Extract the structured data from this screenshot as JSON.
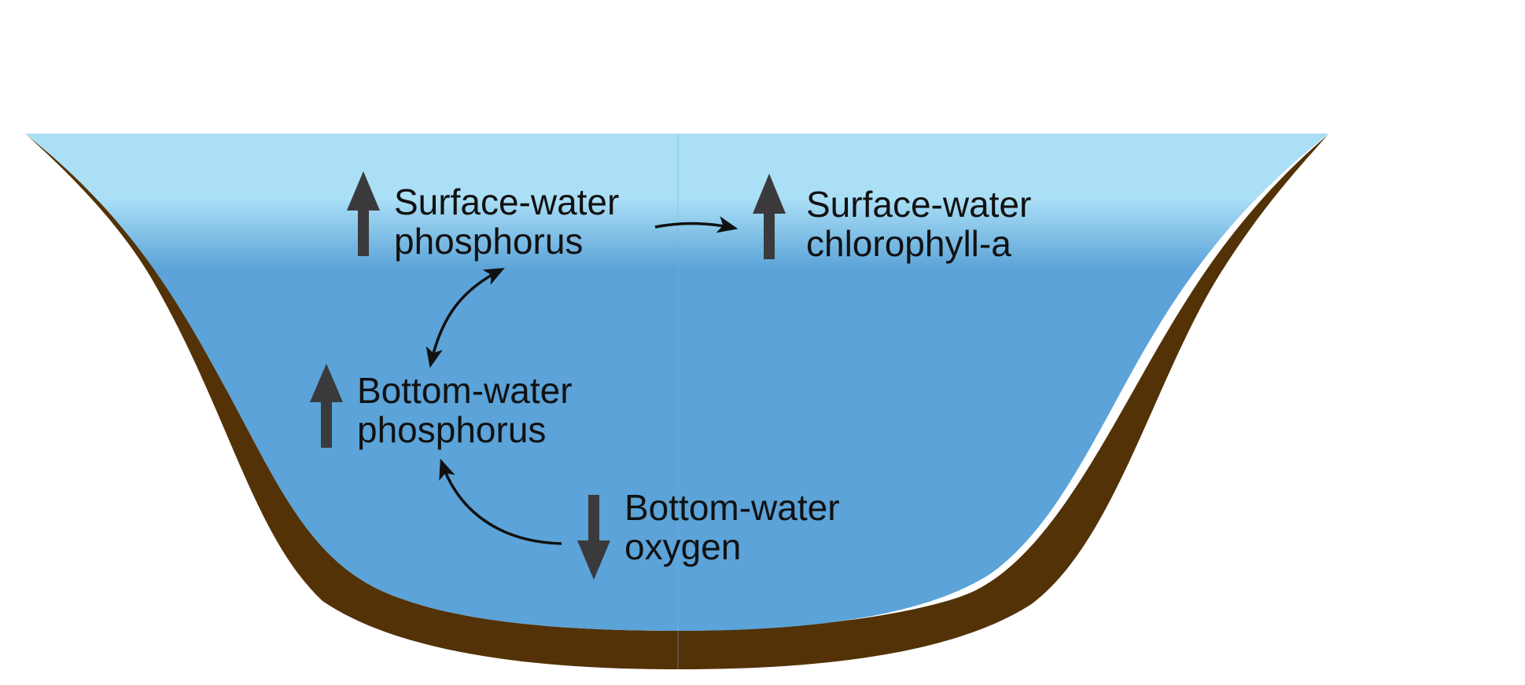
{
  "colors": {
    "surface_water": "#aadff6",
    "deep_water": "#5ba3d8",
    "sediment": "#533207",
    "trend_arrow": "#3a3a3c",
    "flow_arrow": "#111111",
    "text": "#111111"
  },
  "labels": {
    "surface_phosphorus": {
      "line1": "Surface-water",
      "line2": "phosphorus",
      "trend": "up"
    },
    "surface_chlorophyll": {
      "line1": "Surface-water",
      "line2": "chlorophyll-a",
      "trend": "up"
    },
    "bottom_phosphorus": {
      "line1": "Bottom-water",
      "line2": "phosphorus",
      "trend": "up"
    },
    "bottom_oxygen": {
      "line1": "Bottom-water",
      "line2": "oxygen",
      "trend": "down"
    }
  },
  "icons": {
    "trend_up": "up-arrow-icon",
    "trend_down": "down-arrow-icon",
    "flow": "curved-arrow-icon"
  }
}
